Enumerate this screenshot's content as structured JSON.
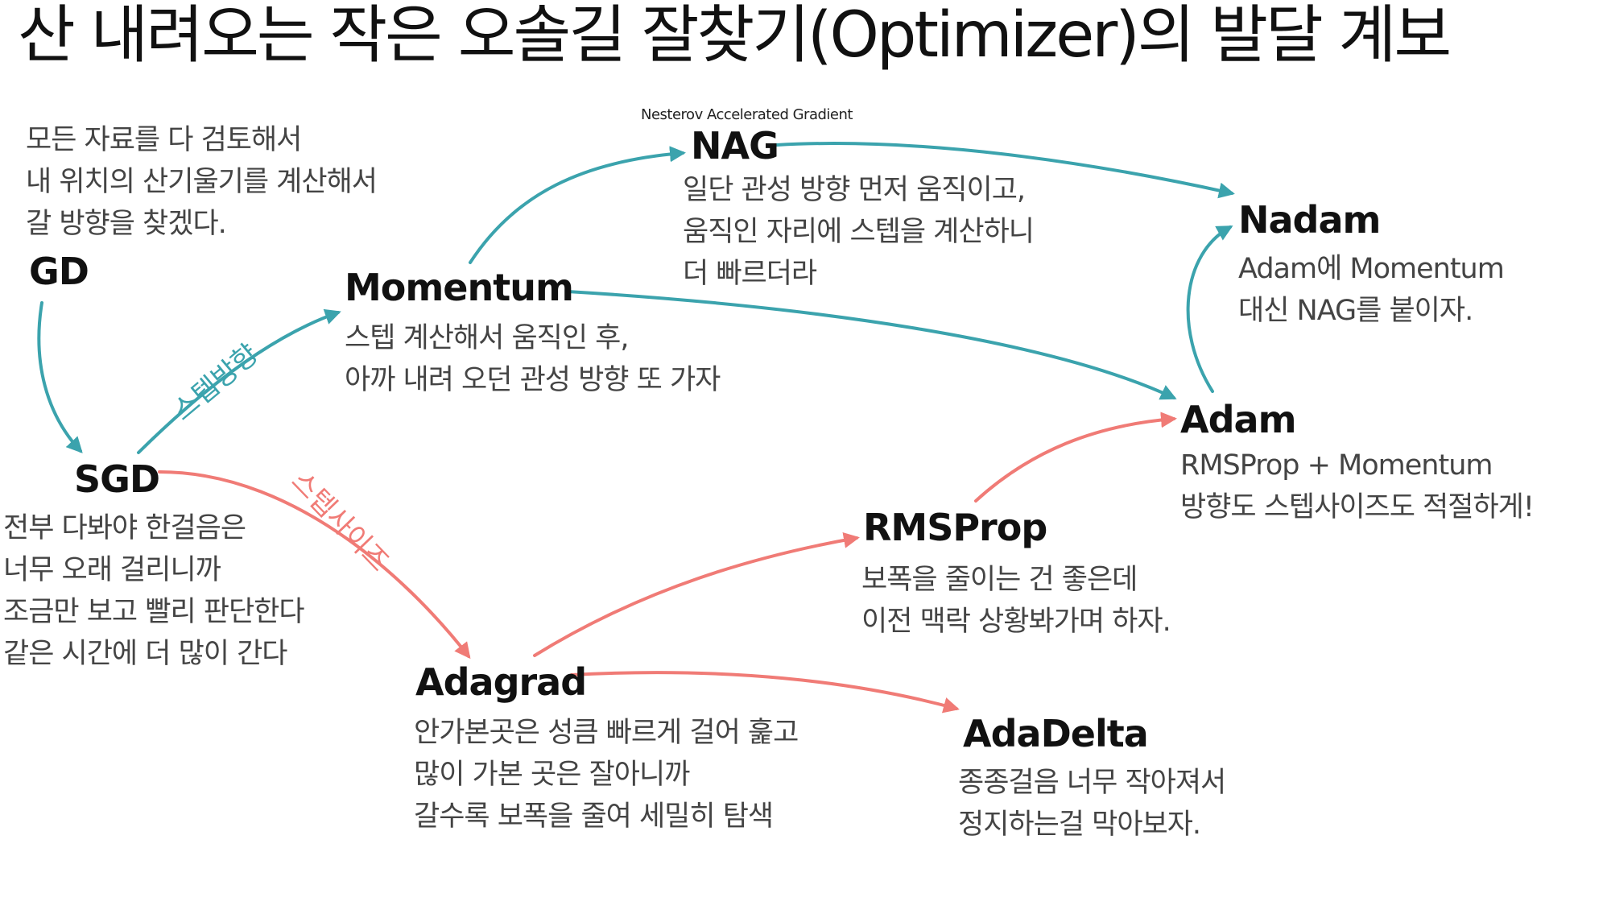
{
  "title": "산 내려오는 작은 오솔길 잘찾기(Optimizer)의 발달 계보",
  "colors": {
    "direction": "#3ba3ad",
    "stepsize": "#f07b76",
    "text": "#111111",
    "desc": "#444444"
  },
  "nodes": {
    "gd": {
      "name": "GD",
      "lines": [
        "모든 자료를 다 검토해서",
        "내 위치의 산기울기를 계산해서",
        "갈 방향을 찾겠다."
      ]
    },
    "sgd": {
      "name": "SGD",
      "lines": [
        "전부 다봐야 한걸음은",
        "너무 오래 걸리니까",
        "조금만 보고 빨리 판단한다",
        "같은 시간에 더 많이 간다"
      ]
    },
    "momentum": {
      "name": "Momentum",
      "lines": [
        "스텝 계산해서 움직인 후,",
        "아까 내려 오던 관성 방향 또 가자"
      ]
    },
    "nag": {
      "subtitle": "Nesterov Accelerated Gradient",
      "name": "NAG",
      "lines": [
        "일단 관성 방향 먼저 움직이고,",
        "움직인 자리에 스텝을 계산하니",
        "더 빠르더라"
      ]
    },
    "nadam": {
      "name": "Nadam",
      "lines": [
        "Adam에 Momentum",
        "대신 NAG를 붙이자."
      ]
    },
    "adam": {
      "name": "Adam",
      "lines": [
        "RMSProp + Momentum",
        "방향도 스텝사이즈도 적절하게!"
      ]
    },
    "rmsprop": {
      "name": "RMSProp",
      "lines": [
        "보폭을 줄이는 건 좋은데",
        "이전 맥락 상황봐가며 하자."
      ]
    },
    "adagrad": {
      "name": "Adagrad",
      "lines": [
        "안가본곳은 성큼 빠르게 걸어 훑고",
        "많이 가본 곳은 잘아니까",
        "갈수록 보폭을 줄여 세밀히 탐색"
      ]
    },
    "adadelta": {
      "name": "AdaDelta",
      "lines": [
        "종종걸음 너무 작아져서",
        "정지하는걸 막아보자."
      ]
    }
  },
  "edge_labels": {
    "direction": "스텝방향",
    "stepsize": "스텝사이즈"
  },
  "edges": [
    {
      "from": "GD",
      "to": "SGD",
      "kind": "direction"
    },
    {
      "from": "SGD",
      "to": "Momentum",
      "kind": "direction"
    },
    {
      "from": "Momentum",
      "to": "NAG",
      "kind": "direction"
    },
    {
      "from": "NAG",
      "to": "Nadam",
      "kind": "direction"
    },
    {
      "from": "Momentum",
      "to": "Adam",
      "kind": "direction"
    },
    {
      "from": "Adam",
      "to": "Nadam",
      "kind": "direction"
    },
    {
      "from": "SGD",
      "to": "Adagrad",
      "kind": "stepsize"
    },
    {
      "from": "Adagrad",
      "to": "RMSProp",
      "kind": "stepsize"
    },
    {
      "from": "Adagrad",
      "to": "AdaDelta",
      "kind": "stepsize"
    },
    {
      "from": "RMSProp",
      "to": "Adam",
      "kind": "stepsize"
    }
  ]
}
